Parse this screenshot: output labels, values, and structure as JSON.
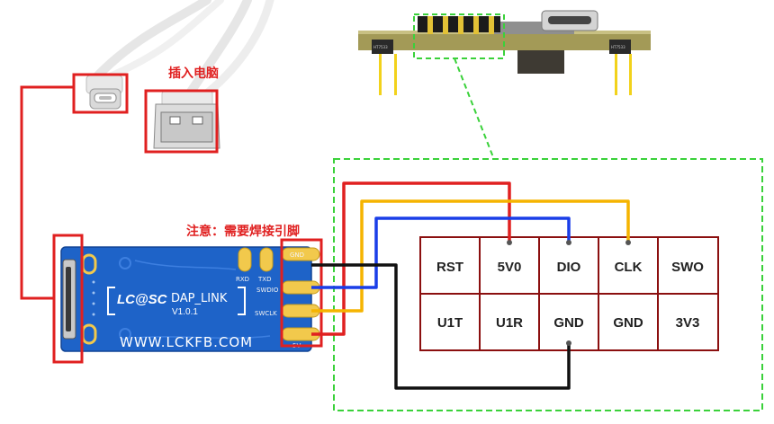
{
  "notes": {
    "plug_in": "插入电脑",
    "attention": "注意：需要焊接引脚"
  },
  "dap_board": {
    "logo": "LC@SC",
    "name": "DAP_LINK",
    "version": "V1.0.1",
    "website": "WWW.LCKFB.COM",
    "pins": [
      {
        "id": "gnd",
        "label": "GND"
      },
      {
        "id": "swdio",
        "label": "SWDIO"
      },
      {
        "id": "swclk",
        "label": "SWCLK"
      },
      {
        "id": "5v",
        "label": "5V"
      }
    ],
    "uart_labels": [
      "RXD",
      "TXD"
    ]
  },
  "target_pcb": {
    "chips": [
      "HT7533",
      "HT7533"
    ]
  },
  "header_pins": {
    "rows": [
      [
        "RST",
        "5V0",
        "DIO",
        "CLK",
        "SWO"
      ],
      [
        "U1T",
        "U1R",
        "GND",
        "GND",
        "3V3"
      ]
    ]
  },
  "wire_colors": {
    "red": "#e02020",
    "yellow": "#f5b400",
    "blue": "#1a3ee8",
    "black": "#111111",
    "highlight": "#e02020",
    "dashed_green": "#3ad13a"
  }
}
